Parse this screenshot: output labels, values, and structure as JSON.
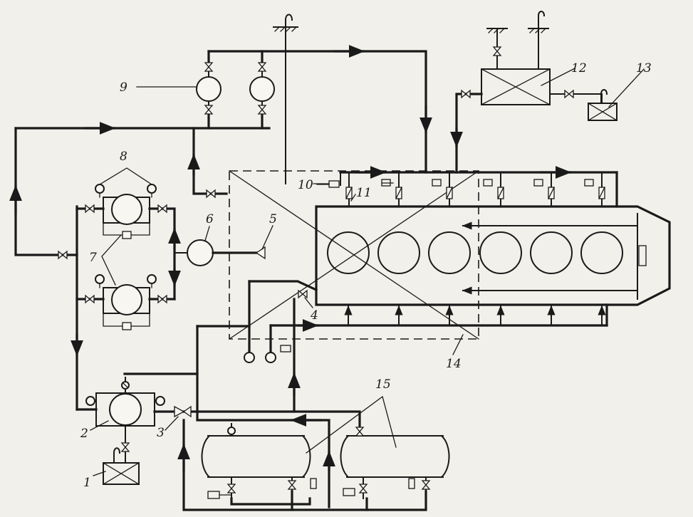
{
  "labels": {
    "l1": "1",
    "l2": "2",
    "l3": "3",
    "l4": "4",
    "l5": "5",
    "l6": "6",
    "l7": "7",
    "l8": "8",
    "l9": "9",
    "l10": "10",
    "l11": "11",
    "l12": "12",
    "l13": "13",
    "l14": "14",
    "l15": "15"
  },
  "colors": {
    "line": "#1a1a1a",
    "paper": "#f1f0ea"
  }
}
